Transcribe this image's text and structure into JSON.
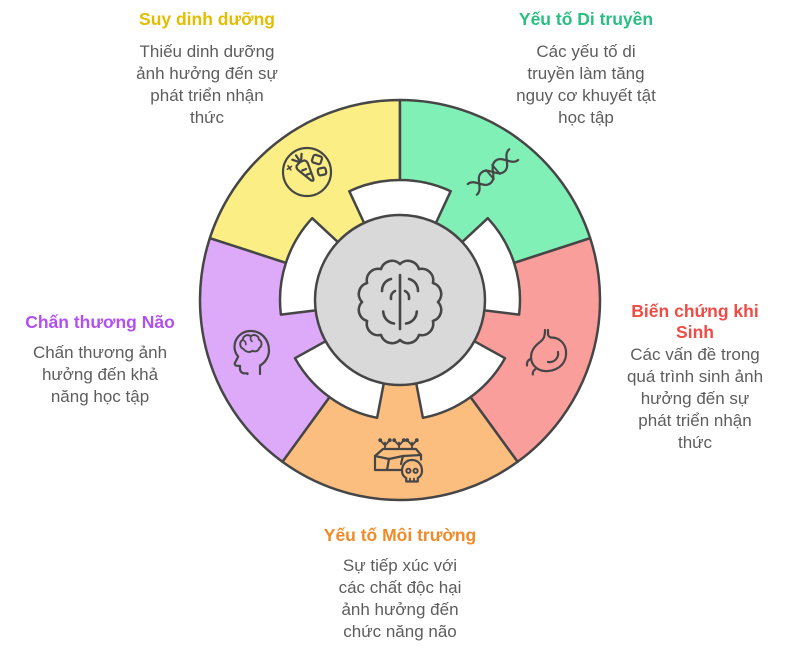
{
  "diagram": {
    "type": "circular-hub-5-segments",
    "background": "#ffffff",
    "outline_color": "#464646",
    "description_text_color": "#5d5d5d",
    "hub": {
      "icon": "brain-icon",
      "fill": "#d9d9d9"
    },
    "segments": [
      {
        "key": "malnutrition",
        "position": "top-left",
        "title": "Suy dinh dưỡng",
        "description": "Thiếu dinh dưỡng\nảnh hưởng đến sự\nphát triển nhận\nthức",
        "fill": "#faee84",
        "title_color": "#e4bd00",
        "icon": "carrot-nutrition-icon"
      },
      {
        "key": "genetics",
        "position": "top-right",
        "title": "Yếu tố Di truyền",
        "description": "Các yếu tố di\ntruyền làm tăng\nnguy cơ khuyết tật\nhọc tập",
        "fill": "#80f0b6",
        "title_color": "#29bf80",
        "icon": "dna-icon"
      },
      {
        "key": "birth-complications",
        "position": "right",
        "title": "Biến chứng khi\nSinh",
        "description": "Các vấn đề trong\nquá trình sinh ảnh\nhưởng đến sự\nphát triển nhận\nthức",
        "fill": "#fa9e9c",
        "title_color": "#f04b45",
        "icon": "stomach-icon"
      },
      {
        "key": "environmental-factors",
        "position": "bottom",
        "title": "Yếu tố Môi trường",
        "description": "Sự tiếp xúc với\ncác chất độc hại\nảnh hưởng đến\nchức năng não",
        "fill": "#fbbe7f",
        "title_color": "#f08b27",
        "icon": "toxic-environment-icon"
      },
      {
        "key": "brain-injury",
        "position": "left",
        "title": "Chấn thương Não",
        "description": "Chấn thương ảnh\nhưởng đến khả\nnăng học tập",
        "fill": "#dda9f9",
        "title_color": "#b250f2",
        "icon": "head-brain-icon"
      }
    ]
  }
}
